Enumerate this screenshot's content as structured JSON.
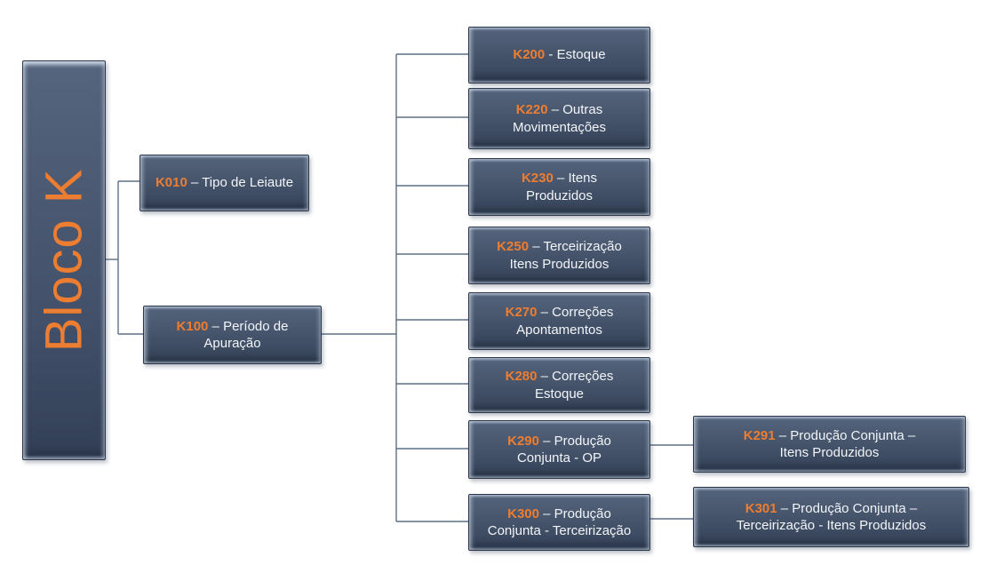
{
  "colors": {
    "accent": "#ED7D31",
    "box": "#44546A",
    "line": "#5D7085",
    "text": "#F2F5F9"
  },
  "root": {
    "label": "Bloco K"
  },
  "nodes": {
    "k010": {
      "code": "K010",
      "text": " – Tipo de Leiaute"
    },
    "k100": {
      "code": "K100",
      "text": " – Período de\nApuração"
    },
    "k200": {
      "code": "K200",
      "text": " - Estoque"
    },
    "k220": {
      "code": "K220",
      "text": " – Outras\nMovimentações"
    },
    "k230": {
      "code": "K230",
      "text": " – Itens\nProduzidos"
    },
    "k250": {
      "code": "K250",
      "text": " – Terceirização\nItens Produzidos"
    },
    "k270": {
      "code": "K270",
      "text": " – Correções\nApontamentos"
    },
    "k280": {
      "code": "K280",
      "text": " – Correções\nEstoque"
    },
    "k290": {
      "code": "K290",
      "text": " – Produção\nConjunta - OP"
    },
    "k300": {
      "code": "K300",
      "text": " – Produção\nConjunta - Terceirização"
    },
    "k291": {
      "code": "K291",
      "text": " – Produção Conjunta –\nItens Produzidos"
    },
    "k301": {
      "code": "K301",
      "text": " – Produção Conjunta –\nTerceirização -  Itens Produzidos"
    }
  }
}
